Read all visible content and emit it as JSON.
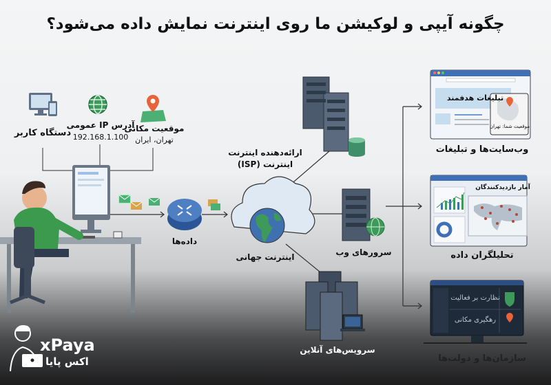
{
  "title": "چگونه آیپی و لوکیشن ما روی اینترنت نمایش داده می‌شود؟",
  "inputs": {
    "device": {
      "label": "دستگاه کاربر"
    },
    "ip": {
      "label": "آدرس IP عمومی",
      "value": "192.168.1.100"
    },
    "location": {
      "label": "موقعیت مکانی",
      "value": "تهران، ایران"
    }
  },
  "flow": {
    "packets_label": "داده‌ها",
    "isp_label_line1": "ارائه‌دهنده اینترنت",
    "isp_label_line2": "اینترنت (ISP)",
    "internet_label": "اینترنت جهانی",
    "web_servers_label": "سرورهای وب",
    "online_services_label": "سرویس‌های آنلاین"
  },
  "outputs": {
    "websites": {
      "label": "وب‌سایت‌ها و تبلیغات",
      "ad_text": "تبلیغات هدفمند",
      "location_text": "موقعیت شما: تهران"
    },
    "analysts": {
      "label": "تحلیلگران داده",
      "panel_title": "آمار بازدیدکنندگان"
    },
    "governments": {
      "label": "سازمان‌ها و دولت‌ها",
      "row1": "نظارت بر فعالیت",
      "row2": "رهگیری مکانی"
    }
  },
  "logo": {
    "latin": "xPaya",
    "persian": "اکس پایا"
  },
  "colors": {
    "accent_blue": "#3f6fb5",
    "green": "#3d9a5a",
    "pin": "#e8623a",
    "server": "#3b4656"
  }
}
